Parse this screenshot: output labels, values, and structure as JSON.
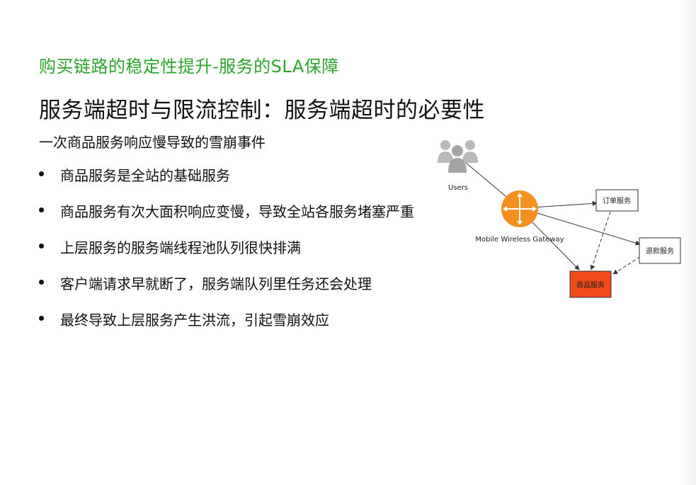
{
  "header": {
    "section_title": "购买链路的稳定性提升-服务的SLA保障",
    "slide_title": "服务端超时与限流控制：服务端超时的必要性",
    "subtitle": "一次商品服务响应慢导致的雪崩事件"
  },
  "bullets": [
    "商品服务是全站的基础服务",
    "商品服务有次大面积响应变慢，导致全站各服务堵塞严重",
    "上层服务的服务端线程池队列很快排满",
    "客户端请求早就断了，服务端队列里任务还会处理",
    "最终导致上层服务产生洪流，引起雪崩效应"
  ],
  "diagram": {
    "nodes": {
      "users": {
        "label": "Users",
        "icon": "users-group-icon"
      },
      "gateway": {
        "label": "Mobile Wireless Gateway",
        "icon": "gateway-router-icon",
        "color": "#f39020"
      },
      "order_service": {
        "label": "订单服务"
      },
      "refund_service": {
        "label": "退款服务"
      },
      "product_service": {
        "label": "商品服务",
        "color": "#f04a18"
      }
    }
  },
  "colors": {
    "section_title": "#2aa52a",
    "gateway": "#f39020",
    "product_service": "#f04a18"
  }
}
